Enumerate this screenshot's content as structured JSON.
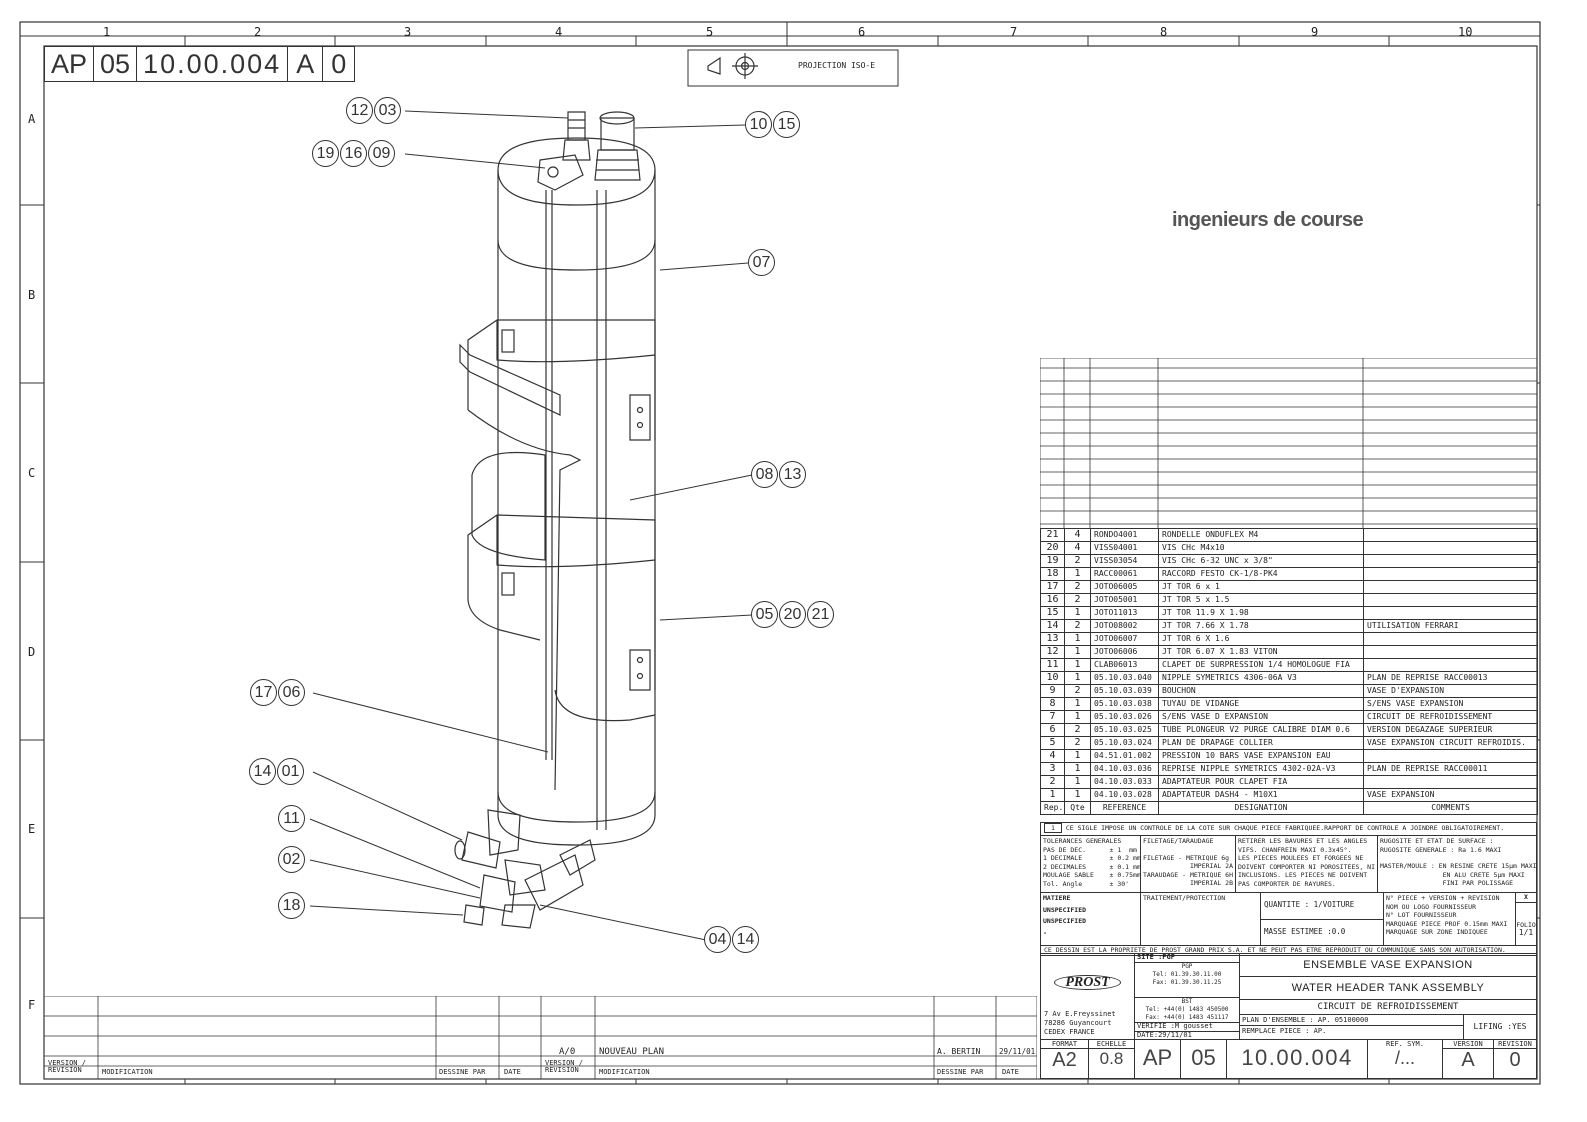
{
  "header": {
    "prefix": "AP",
    "group": "05",
    "number": "10.00.004",
    "version": "A",
    "revision": "0",
    "projection": "PROJECTION ISO-E"
  },
  "grid": {
    "columns": [
      "1",
      "2",
      "3",
      "4",
      "5",
      "6",
      "7",
      "8",
      "9",
      "10"
    ],
    "rows": [
      "A",
      "B",
      "C",
      "D",
      "E",
      "F"
    ]
  },
  "brand_tagline": "ingenieurs de course",
  "callouts": [
    {
      "id": "callout-12-03",
      "labels": [
        "12",
        "03"
      ]
    },
    {
      "id": "callout-19-16-09",
      "labels": [
        "19",
        "16",
        "09"
      ]
    },
    {
      "id": "callout-10-15",
      "labels": [
        "10",
        "15"
      ]
    },
    {
      "id": "callout-07",
      "labels": [
        "07"
      ]
    },
    {
      "id": "callout-08-13",
      "labels": [
        "08",
        "13"
      ]
    },
    {
      "id": "callout-05-20-21",
      "labels": [
        "05",
        "20",
        "21"
      ]
    },
    {
      "id": "callout-17-06",
      "labels": [
        "17",
        "06"
      ]
    },
    {
      "id": "callout-14-01",
      "labels": [
        "14",
        "01"
      ]
    },
    {
      "id": "callout-11",
      "labels": [
        "11"
      ]
    },
    {
      "id": "callout-02",
      "labels": [
        "02"
      ]
    },
    {
      "id": "callout-18",
      "labels": [
        "18"
      ]
    },
    {
      "id": "callout-04-14",
      "labels": [
        "04",
        "14"
      ]
    }
  ],
  "bom": {
    "headers": {
      "rep": "Rep.",
      "qte": "Qte",
      "reference": "REFERENCE",
      "designation": "DESIGNATION",
      "comments": "COMMENTS"
    },
    "rows": [
      {
        "rep": "21",
        "qte": "4",
        "ref": "RONDO4001",
        "des": "RONDELLE ONDUFLEX M4",
        "com": ""
      },
      {
        "rep": "20",
        "qte": "4",
        "ref": "VISS04001",
        "des": "VIS CHc M4x10",
        "com": ""
      },
      {
        "rep": "19",
        "qte": "2",
        "ref": "VISS03054",
        "des": "VIS CHc 6-32 UNC x 3/8\"",
        "com": ""
      },
      {
        "rep": "18",
        "qte": "1",
        "ref": "RACC00061",
        "des": "RACCORD FESTO CK-1/8-PK4",
        "com": ""
      },
      {
        "rep": "17",
        "qte": "2",
        "ref": "JOTO06005",
        "des": "JT TOR 6 x 1",
        "com": ""
      },
      {
        "rep": "16",
        "qte": "2",
        "ref": "JOTO05001",
        "des": "JT TOR 5 x 1.5",
        "com": ""
      },
      {
        "rep": "15",
        "qte": "1",
        "ref": "JOTO11013",
        "des": "JT TOR 11.9 X 1.98",
        "com": ""
      },
      {
        "rep": "14",
        "qte": "2",
        "ref": "JOTO08002",
        "des": "JT TOR 7.66 X 1.78",
        "com": "UTILISATION FERRARI"
      },
      {
        "rep": "13",
        "qte": "1",
        "ref": "JOTO06007",
        "des": "JT TOR 6 X 1.6",
        "com": ""
      },
      {
        "rep": "12",
        "qte": "1",
        "ref": "JOTO06006",
        "des": "JT TOR 6.07 X 1.83 VITON",
        "com": ""
      },
      {
        "rep": "11",
        "qte": "1",
        "ref": "CLAB06013",
        "des": "CLAPET DE SURPRESSION 1/4 HOMOLOGUE FIA",
        "com": ""
      },
      {
        "rep": "10",
        "qte": "1",
        "ref": "05.10.03.040",
        "des": "NIPPLE SYMETRICS 4306-06A V3",
        "com": "PLAN DE REPRISE RACC00013"
      },
      {
        "rep": "9",
        "qte": "2",
        "ref": "05.10.03.039",
        "des": "BOUCHON",
        "com": "VASE D'EXPANSION"
      },
      {
        "rep": "8",
        "qte": "1",
        "ref": "05.10.03.038",
        "des": "TUYAU DE VIDANGE",
        "com": "S/ENS VASE EXPANSION"
      },
      {
        "rep": "7",
        "qte": "1",
        "ref": "05.10.03.026",
        "des": "S/ENS VASE D EXPANSION",
        "com": "CIRCUIT DE REFROIDISSEMENT"
      },
      {
        "rep": "6",
        "qte": "2",
        "ref": "05.10.03.025",
        "des": "TUBE PLONGEUR V2 PURGE CALIBRE DIAM 0.6",
        "com": "VERSION DEGAZAGE SUPERIEUR"
      },
      {
        "rep": "5",
        "qte": "2",
        "ref": "05.10.03.024",
        "des": "PLAN DE DRAPAGE COLLIER",
        "com": "VASE EXPANSION CIRCUIT REFROIDIS."
      },
      {
        "rep": "4",
        "qte": "1",
        "ref": "04.51.01.002",
        "des": "PRESSION 10 BARS VASE EXPANSION EAU",
        "com": ""
      },
      {
        "rep": "3",
        "qte": "1",
        "ref": "04.10.03.036",
        "des": "REPRISE NIPPLE SYMETRICS 4302-02A-V3",
        "com": "PLAN DE REPRISE RACC00011"
      },
      {
        "rep": "2",
        "qte": "1",
        "ref": "04.10.03.033",
        "des": "ADAPTATEUR POUR CLAPET FIA",
        "com": ""
      },
      {
        "rep": "1",
        "qte": "1",
        "ref": "04.10.03.028",
        "des": "ADAPTATEUR DASH4 - M10X1",
        "com": "VASE EXPANSION"
      }
    ]
  },
  "notes": {
    "sigle": "CE SIGLE IMPOSE UN CONTROLE DE LA COTE SUR CHAQUE PIECE FABRIQUEE.RAPPORT DE CONTROLE A JOINDRE OBLIGATOIREMENT.",
    "tolerances": [
      "TOLERANCES GENERALES",
      "PAS DE DEC.      ± 1  mm",
      "1 DECIMALE       ± 0.2 mm",
      "2 DECIMALES      ± 0.1 mm",
      "MOULAGE SABLE    ± 0.75mm",
      "Tol. Angle       ± 30'"
    ],
    "filetage": [
      "FILETAGE/TARAUDAGE",
      "",
      "FILETAGE - METRIQUE 6g",
      "            IMPERIAL 2A",
      "TARAUDAGE - METRIQUE 6H",
      "            IMPERIAL 2B"
    ],
    "bavures": [
      "RETIRER LES BAVURES ET LES ANGLES",
      "VIFS. CHANFREIN MAXI 0.3x45°.",
      "LES PIECES MOULEES ET FORGEES NE",
      "DOIVENT COMPORTER NI POROSITEES, NI",
      "INCLUSIONS. LES PIECES NE DOIVENT",
      "PAS COMPORTER DE RAYURES."
    ],
    "rugosite": [
      "RUGOSITE ET ETAT DE SURFACE :",
      "RUGOSITE GENERALE : Ra 1.6 MAXI",
      "",
      "MASTER/MOULE : EN RESINE CRETE 15µm MAXI",
      "                EN ALU CRETE 5µm MAXI",
      "                FINI PAR POLISSAGE"
    ],
    "matiere_label": "MATIERE",
    "matiere": [
      "UNSPECIFIED",
      "UNSPECIFIED",
      "-"
    ],
    "traitement_label": "TRAITEMENT/PROTECTION",
    "quantite": "QUANTITE :   1/VOITURE",
    "masse": "MASSE ESTIMEE :0.0",
    "piece_info": [
      "N° PIECE + VERSION + REVISION",
      "NOM OU LOGO FOURNISSEUR",
      "N° LOT FOURNISSEUR",
      "MARQUAGE PIECE PROF 0.15mm MAXI",
      "MARQUAGE SUR ZONE INDIQUEE"
    ],
    "piece_x": "X",
    "folio_label": "FOLIO",
    "folio": "1/1",
    "propriete": "CE DESSIN EST LA PROPRIETE DE PROST GRAND PRIX S.A. ET NE PEUT PAS ETRE REPRODUIT OU COMMUNIQUE SANS SON AUTORISATION."
  },
  "company": {
    "logo": "PROST",
    "address": [
      "7 Av E.Freyssinet",
      "78286 Guyancourt",
      "CEDEX FRANCE"
    ],
    "site": "SITE :PGP",
    "pgp": [
      "PGP",
      "Tel: 01.39.30.11.00",
      "Fax: 01.39.30.11.25"
    ],
    "bst": [
      "BST",
      "Tel: +44(0) 1483 450500",
      "Fax: +44(0) 1483 451117"
    ],
    "verifie": "VERIFIE :M gousset",
    "date": "DATE:29/11/01"
  },
  "title_block": {
    "title_fr": "ENSEMBLE VASE EXPANSION",
    "title_en": "WATER HEADER TANK ASSEMBLY",
    "subtitle": "CIRCUIT DE REFROIDISSEMENT",
    "plan_ensemble": "PLAN D'ENSEMBLE : AP. 05100000",
    "remplace": "REMPLACE PIECE  : AP.",
    "lifing": "LIFING :YES",
    "format_label": "FORMAT",
    "format": "A2",
    "echelle_label": "ECHELLE",
    "echelle": "0.8",
    "ref_sym_label": "REF. SYM.",
    "ref_sym": "/...",
    "version_label": "VERSION",
    "revision_label": "REVISION"
  },
  "revision_table": {
    "left": {
      "version_label": "VERSION / REVISION",
      "modification_label": "MODIFICATION",
      "dessine_par_label": "DESSINE PAR",
      "date_label": "DATE"
    },
    "right": {
      "version_label": "VERSION / REVISION",
      "modification_label": "MODIFICATION",
      "dessine_par_label": "DESSINE PAR",
      "date_label": "DATE",
      "entry_version": "A/0",
      "entry_modification": "NOUVEAU PLAN",
      "entry_dessine": "A. BERTIN",
      "entry_date": "29/11/01"
    }
  }
}
